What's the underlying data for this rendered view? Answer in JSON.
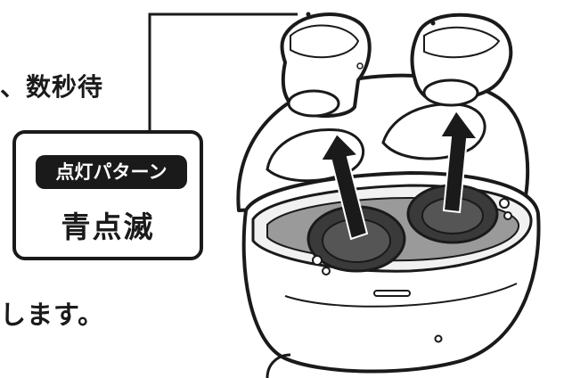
{
  "instruction_fragments": {
    "line_top": "、数秒待",
    "line_bottom": "します。"
  },
  "callout": {
    "badge_label": "点灯パターン",
    "status_value": "青点滅"
  },
  "colors": {
    "ink": "#1a1a1a",
    "case_fill": "#ffffff",
    "cavity_fill": "#3a3a3a"
  },
  "icons": [
    "earbud-left-icon",
    "earbud-right-icon",
    "charging-case-icon",
    "arrow-up-icon",
    "led-indicator-icon"
  ]
}
